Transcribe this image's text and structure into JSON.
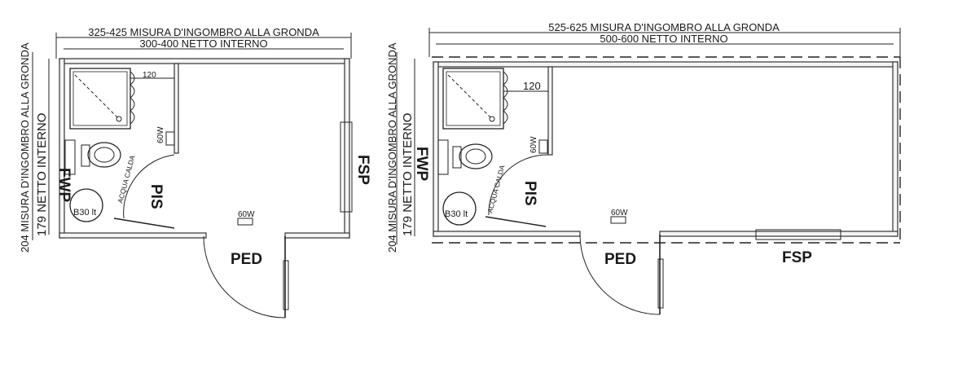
{
  "left_plan": {
    "width_outer": "325-425 MISURA D'INGOMBRO ALLA GRONDA",
    "width_inner": "300-400 NETTO INTERNO",
    "height_outer": "204 MISURA D'INGOMBRO ALLA GRONDA",
    "height_inner": "179 NETTO INTERNO",
    "shower_width": "120",
    "lamp_wall": "60W",
    "lamp_floor": "60W",
    "fwp": "FWP",
    "fsp": "FSP",
    "pis": "PIS",
    "ped": "PED",
    "boiler": "B30 lt",
    "hot_water": "ACQUA CALDA"
  },
  "right_plan": {
    "width_outer": "525-625 MISURA D'INGOMBRO ALLA GRONDA",
    "width_inner": "500-600 NETTO INTERNO",
    "height_outer": "204 MISURA D'INGOMBRO ALLA GRONDA",
    "height_inner": "179 NETTO INTERNO",
    "shower_width": "120",
    "lamp_wall": "60W",
    "lamp_floor": "60W",
    "fwp": "FWP",
    "fsp": "FSP",
    "pis": "PIS",
    "ped": "PED",
    "boiler": "B30 lt",
    "hot_water": "ACQUA CALDA"
  },
  "colors": {
    "line": "#222222",
    "wall_fill": "#f4f4f4"
  }
}
